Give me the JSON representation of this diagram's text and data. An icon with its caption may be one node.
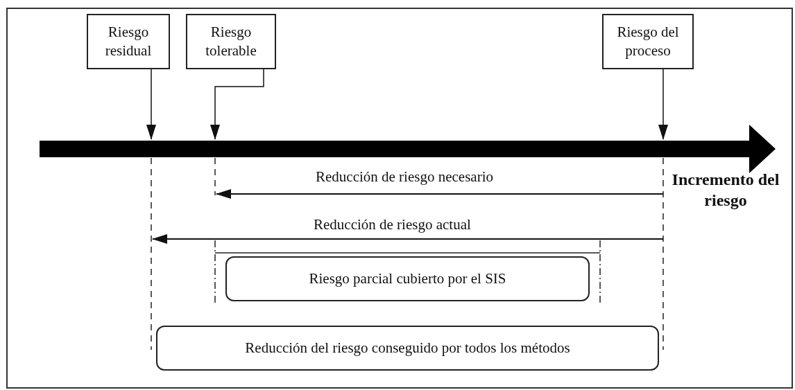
{
  "diagram": {
    "nodes": [
      {
        "text": [
          "Riesgo residual"
        ]
      },
      {
        "text": [
          "Riesgo tolerable"
        ]
      },
      {
        "text": [
          "Riesgo del proceso"
        ]
      },
      {
        "text": [
          "Riesgo parcial cubierto por el SIS"
        ]
      },
      {
        "text": [
          "Reducción del riesgo conseguido por todos los métodos"
        ]
      }
    ],
    "edges": [
      {
        "from": 0,
        "to": null,
        "arrow": "to"
      },
      {
        "from": 1,
        "to": null,
        "arrow": "to"
      },
      {
        "from": 2,
        "to": null,
        "arrow": "to"
      }
    ],
    "labels": [
      "Reducción de riesgo necesario",
      "Incremento del riesgo",
      "Reducción de riesgo actual"
    ]
  }
}
